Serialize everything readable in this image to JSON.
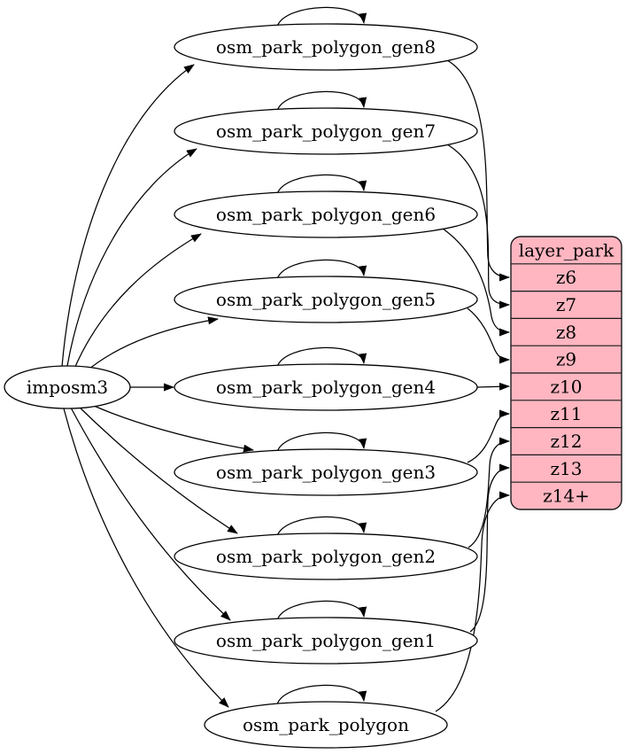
{
  "diagram": {
    "background": "#ffffff",
    "edge_color": "#000000",
    "node_fill": "#ffffff",
    "node_stroke": "#000000",
    "text_color": "#000000"
  },
  "nodes": [
    {
      "id": "imposm3",
      "label": "imposm3"
    },
    {
      "id": "osm_park_polygon_gen8",
      "label": "osm_park_polygon_gen8"
    },
    {
      "id": "osm_park_polygon_gen7",
      "label": "osm_park_polygon_gen7"
    },
    {
      "id": "osm_park_polygon_gen6",
      "label": "osm_park_polygon_gen6"
    },
    {
      "id": "osm_park_polygon_gen5",
      "label": "osm_park_polygon_gen5"
    },
    {
      "id": "osm_park_polygon_gen4",
      "label": "osm_park_polygon_gen4"
    },
    {
      "id": "osm_park_polygon_gen3",
      "label": "osm_park_polygon_gen3"
    },
    {
      "id": "osm_park_polygon_gen2",
      "label": "osm_park_polygon_gen2"
    },
    {
      "id": "osm_park_polygon_gen1",
      "label": "osm_park_polygon_gen1"
    },
    {
      "id": "osm_park_polygon",
      "label": "osm_park_polygon"
    }
  ],
  "table": {
    "id": "layer_park",
    "header": "layer_park",
    "rows": [
      "z6",
      "z7",
      "z8",
      "z9",
      "z10",
      "z11",
      "z12",
      "z13",
      "z14+"
    ],
    "fill": "#ffb6c1",
    "stroke": "#1a1a1a"
  },
  "edges": [
    {
      "from": "imposm3",
      "to": "osm_park_polygon_gen8"
    },
    {
      "from": "imposm3",
      "to": "osm_park_polygon_gen7"
    },
    {
      "from": "imposm3",
      "to": "osm_park_polygon_gen6"
    },
    {
      "from": "imposm3",
      "to": "osm_park_polygon_gen5"
    },
    {
      "from": "imposm3",
      "to": "osm_park_polygon_gen4"
    },
    {
      "from": "imposm3",
      "to": "osm_park_polygon_gen3"
    },
    {
      "from": "imposm3",
      "to": "osm_park_polygon_gen2"
    },
    {
      "from": "imposm3",
      "to": "osm_park_polygon_gen1"
    },
    {
      "from": "imposm3",
      "to": "osm_park_polygon"
    },
    {
      "from": "osm_park_polygon_gen8",
      "to": "osm_park_polygon_gen8",
      "type": "self"
    },
    {
      "from": "osm_park_polygon_gen7",
      "to": "osm_park_polygon_gen7",
      "type": "self"
    },
    {
      "from": "osm_park_polygon_gen6",
      "to": "osm_park_polygon_gen6",
      "type": "self"
    },
    {
      "from": "osm_park_polygon_gen5",
      "to": "osm_park_polygon_gen5",
      "type": "self"
    },
    {
      "from": "osm_park_polygon_gen4",
      "to": "osm_park_polygon_gen4",
      "type": "self"
    },
    {
      "from": "osm_park_polygon_gen3",
      "to": "osm_park_polygon_gen3",
      "type": "self"
    },
    {
      "from": "osm_park_polygon_gen2",
      "to": "osm_park_polygon_gen2",
      "type": "self"
    },
    {
      "from": "osm_park_polygon_gen1",
      "to": "osm_park_polygon_gen1",
      "type": "self"
    },
    {
      "from": "osm_park_polygon",
      "to": "osm_park_polygon",
      "type": "self"
    },
    {
      "from": "osm_park_polygon_gen8",
      "to": "layer_park",
      "row": "z6"
    },
    {
      "from": "osm_park_polygon_gen7",
      "to": "layer_park",
      "row": "z7"
    },
    {
      "from": "osm_park_polygon_gen6",
      "to": "layer_park",
      "row": "z8"
    },
    {
      "from": "osm_park_polygon_gen5",
      "to": "layer_park",
      "row": "z9"
    },
    {
      "from": "osm_park_polygon_gen4",
      "to": "layer_park",
      "row": "z10"
    },
    {
      "from": "osm_park_polygon_gen3",
      "to": "layer_park",
      "row": "z11"
    },
    {
      "from": "osm_park_polygon_gen2",
      "to": "layer_park",
      "row": "z12"
    },
    {
      "from": "osm_park_polygon_gen1",
      "to": "layer_park",
      "row": "z13"
    },
    {
      "from": "osm_park_polygon",
      "to": "layer_park",
      "row": "z14+"
    }
  ]
}
